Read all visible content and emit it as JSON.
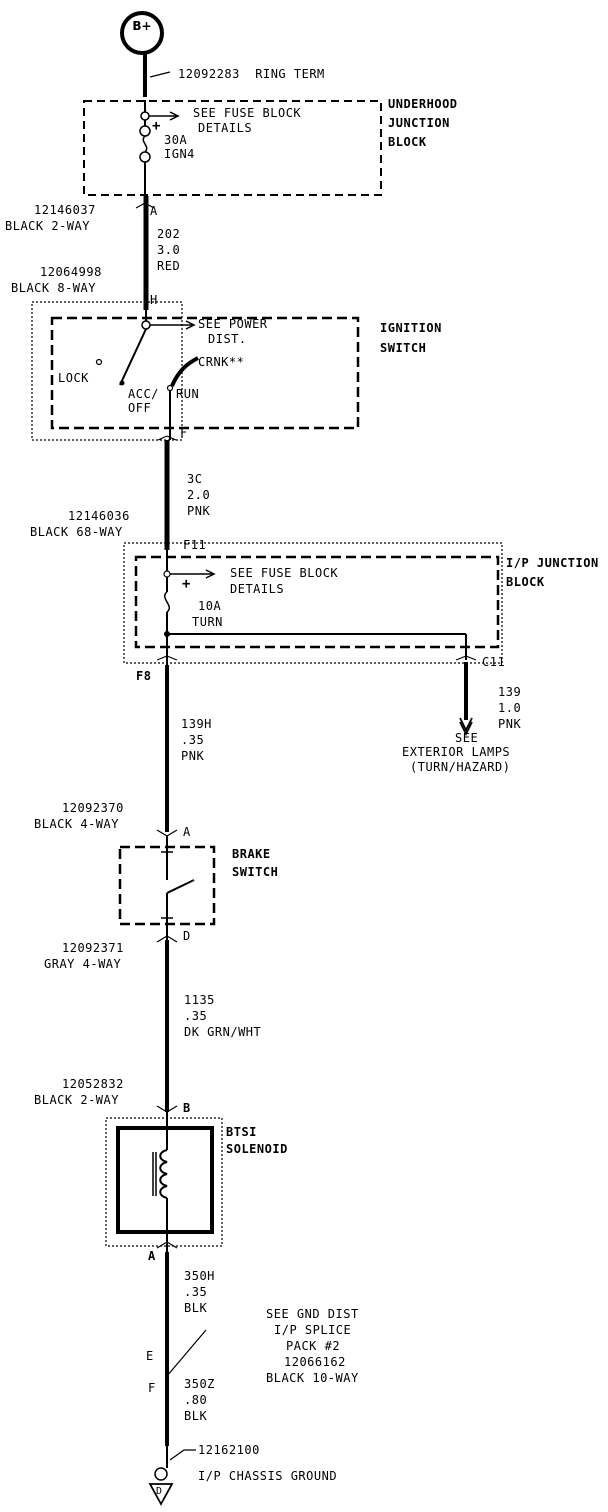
{
  "source": "B+",
  "ring_term": "12092283  RING TERM",
  "underhood": {
    "see": "SEE FUSE BLOCK",
    "details": "DETAILS",
    "fuse_amp": "30A",
    "fuse_name": "IGN4",
    "title1": "UNDERHOOD",
    "title2": "JUNCTION",
    "title3": "BLOCK"
  },
  "conn1": {
    "part": "12146037",
    "desc": "BLACK 2-WAY",
    "pin": "A"
  },
  "wire1": {
    "circuit": "202",
    "gauge": "3.0",
    "color": "RED"
  },
  "conn2": {
    "part": "12064998",
    "desc": "BLACK 8-WAY",
    "pin": "H"
  },
  "ignition": {
    "see": "SEE POWER",
    "dist": "DIST.",
    "lock": "LOCK",
    "acc": "ACC/",
    "off": "OFF",
    "run": "RUN",
    "crnk": "CRNK**",
    "pin_out": "F",
    "title1": "IGNITION",
    "title2": "SWITCH"
  },
  "wire2": {
    "circuit": "3C",
    "gauge": "2.0",
    "color": "PNK"
  },
  "conn3": {
    "part": "12146036",
    "desc": "BLACK 68-WAY",
    "pin": "F11"
  },
  "ip_block": {
    "see": "SEE FUSE BLOCK",
    "details": "DETAILS",
    "fuse_amp": "10A",
    "fuse_name": "TURN",
    "pin_out": "F8",
    "pin_side": "C11",
    "title1": "I/P JUNCTION",
    "title2": "BLOCK"
  },
  "wire_side": {
    "circuit": "139",
    "gauge": "1.0",
    "color": "PNK"
  },
  "see_ext": {
    "line1": "SEE",
    "line2": "EXTERIOR LAMPS",
    "line3": "(TURN/HAZARD)"
  },
  "wire3": {
    "circuit": "139H",
    "gauge": ".35",
    "color": "PNK"
  },
  "conn4": {
    "part": "12092370",
    "desc": "BLACK 4-WAY",
    "pin": "A"
  },
  "brake": {
    "title1": "BRAKE",
    "title2": "SWITCH"
  },
  "conn5": {
    "part": "12092371",
    "desc": "GRAY 4-WAY",
    "pin": "D"
  },
  "wire4": {
    "circuit": "1135",
    "gauge": ".35",
    "color": "DK GRN/WHT"
  },
  "conn6": {
    "part": "12052832",
    "desc": "BLACK 2-WAY",
    "pin_in": "B",
    "pin_out": "A"
  },
  "solenoid": {
    "title1": "BTSI",
    "title2": "SOLENOID"
  },
  "wire5": {
    "circuit": "350H",
    "gauge": ".35",
    "color": "BLK"
  },
  "splice": {
    "line1": "SEE GND DIST",
    "line2": "I/P SPLICE",
    "line3": "PACK #2",
    "line4": "12066162",
    "line5": "BLACK 10-WAY",
    "pin_e": "E",
    "pin_f": "F"
  },
  "wire6": {
    "circuit": "350Z",
    "gauge": ".80",
    "color": "BLK"
  },
  "ground": {
    "part": "12162100",
    "name": "I/P CHASSIS GROUND",
    "id": "D"
  }
}
